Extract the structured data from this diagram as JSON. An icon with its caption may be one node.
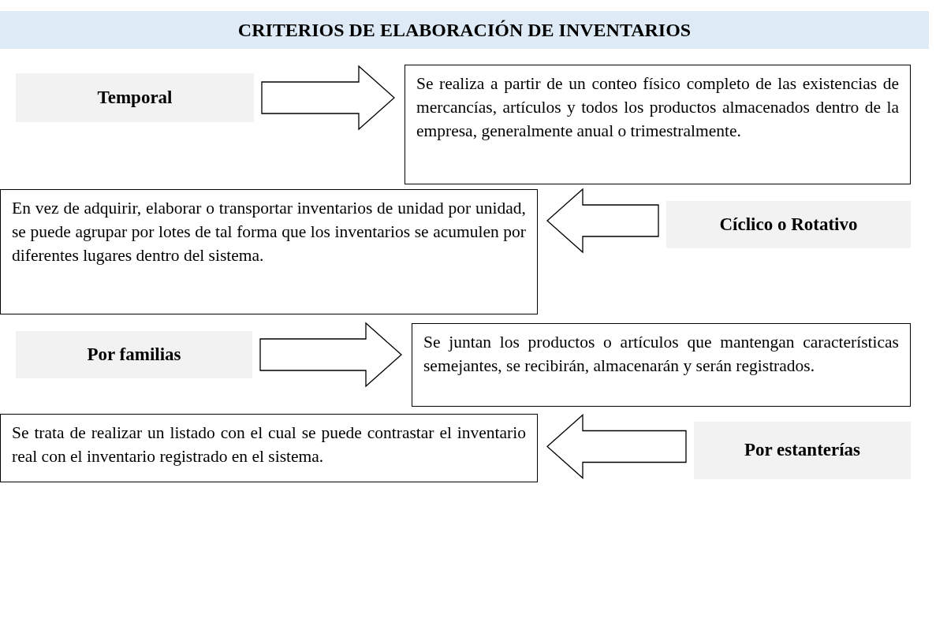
{
  "diagram": {
    "title": "CRITERIOS DE ELABORACIÓN DE INVENTARIOS",
    "nodes": [
      {
        "text": [
          "Temporal"
        ]
      },
      {
        "text": [
          "Se realiza a partir de un conteo físico completo de las existencias de mercancías, artículos y todos los productos almacenados dentro de la empresa, generalmente anual o trimestralmente."
        ]
      },
      {
        "text": [
          "Cíclico o Rotativo"
        ]
      },
      {
        "text": [
          "En vez de adquirir, elaborar o transportar inventarios de unidad por unidad, se puede agrupar por lotes de tal forma que los inventarios se acumulen por diferentes lugares dentro del sistema."
        ]
      },
      {
        "text": [
          "Por familias"
        ]
      },
      {
        "text": [
          "Se juntan los productos o artículos que mantengan características semejantes, se recibirán, almacenarán y serán registrados."
        ]
      },
      {
        "text": [
          "Por estanterías"
        ]
      },
      {
        "text": [
          "Se trata de realizar un listado con el cual se puede contrastar el inventario real con el inventario registrado en el sistema."
        ]
      }
    ],
    "edges": [
      {
        "from": 0,
        "to": 1,
        "arrow": "to"
      },
      {
        "from": 2,
        "to": 3,
        "arrow": "to"
      },
      {
        "from": 4,
        "to": 5,
        "arrow": "to"
      },
      {
        "from": 6,
        "to": 7,
        "arrow": "to"
      }
    ]
  }
}
